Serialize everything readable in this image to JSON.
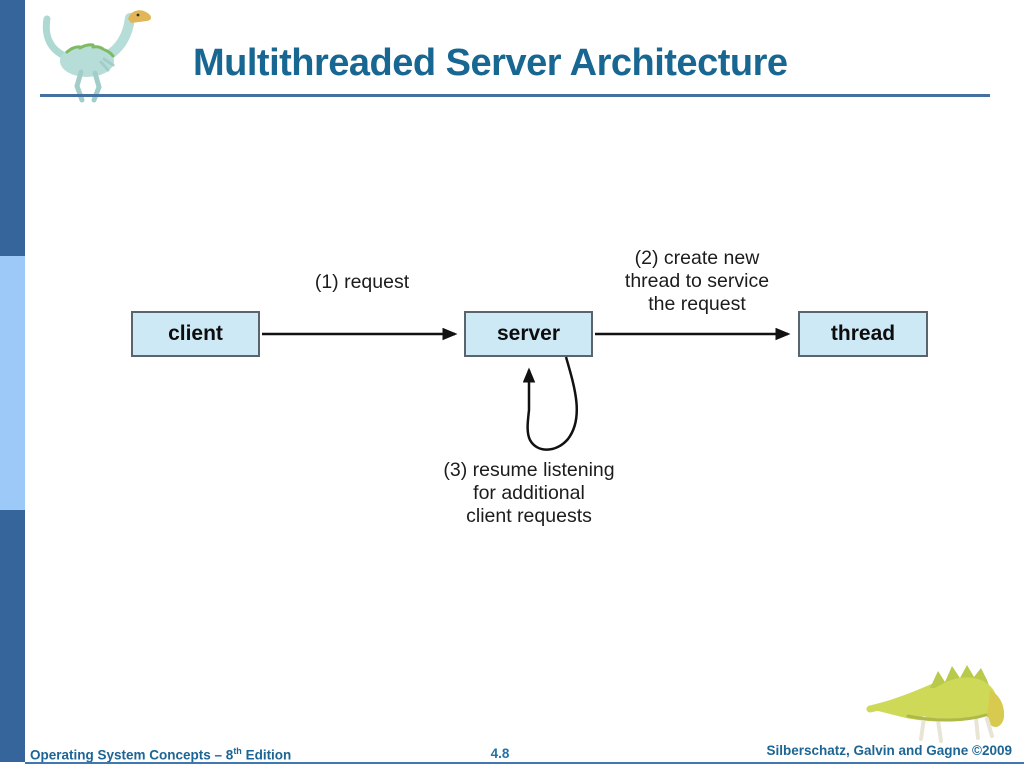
{
  "slide": {
    "title": "Multithreaded Server Architecture",
    "footer": {
      "left_main": "Operating System Concepts – 8",
      "left_sup": "th",
      "left_tail": " Edition",
      "page_number": "4.8",
      "right": "Silberschatz, Galvin and Gagne ©2009"
    }
  },
  "diagram": {
    "nodes": [
      {
        "id": "client",
        "label": "client"
      },
      {
        "id": "server",
        "label": "server"
      },
      {
        "id": "thread",
        "label": "thread"
      }
    ],
    "annotations": [
      {
        "id": "step1",
        "lines": [
          "(1) request"
        ]
      },
      {
        "id": "step2",
        "lines": [
          "(2) create new",
          "thread to service",
          "the request"
        ]
      },
      {
        "id": "step3",
        "lines": [
          "(3) resume listening",
          "for additional",
          "client requests"
        ]
      }
    ]
  },
  "icons": {
    "top_left": "dinosaur-logo",
    "bottom_right": "dinosaur-mascot"
  },
  "colors": {
    "title_text": "#176792",
    "sidebar_dark": "#36659B",
    "sidebar_light": "#9CC9F8",
    "header_rule": "#44719E",
    "box_fill": "#CDE9F6",
    "box_border": "#5A646C",
    "arrow": "#111111",
    "footer_text": "#1C6595",
    "page_number_text": "#2273A8"
  }
}
